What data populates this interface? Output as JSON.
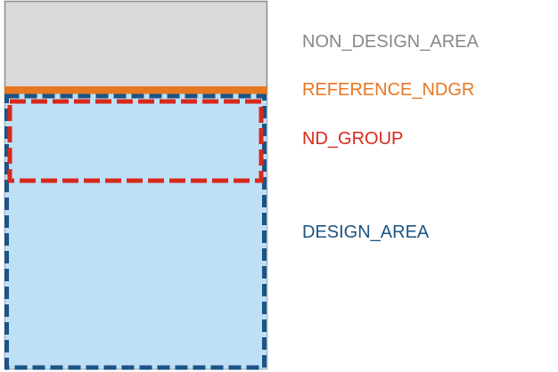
{
  "labels": {
    "non_design_area": "NON_DESIGN_AREA",
    "reference_ndgr": "REFERENCE_NDGR",
    "nd_group": "ND_GROUP",
    "design_area": "DESIGN_AREA"
  },
  "colors": {
    "non_design_area": "#888888",
    "reference_ndgr": "#e87722",
    "nd_group": "#d9291c",
    "design_area": "#1b5485"
  }
}
